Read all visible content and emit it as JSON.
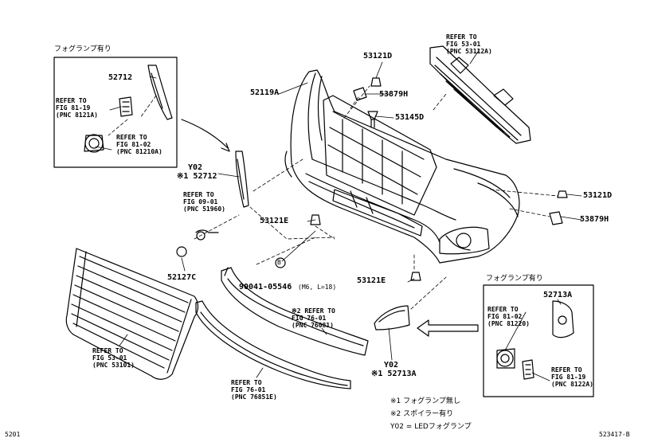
{
  "callouts": {
    "fog_top_title": "フォグランプ有り",
    "fog_right_title": "フォグランプ有り",
    "p52712_top": "52712",
    "ref_81_19_top": "REFER TO\nFIG 81-19\n(PNC 8121A)",
    "ref_81_02_top": "REFER TO\nFIG 81-02\n(PNC 81210A)",
    "p52712_mid_y": "Y02",
    "p52712_mid": "※1 52712",
    "ref_09_01": "REFER TO\nFIG 09-01\n(PNC 51960)",
    "p52127C": "52127C",
    "p52119A": "52119A",
    "p53121D_top": "53121D",
    "p53879H_top": "53879H",
    "p53145D": "53145D",
    "ref_53_01_top": "REFER TO\nFIG 53-01\n(PNC 53112A)",
    "p53121D_right": "53121D",
    "p53879H_right": "53879H",
    "p53121E_mid": "53121E",
    "p53121E_low": "53121E",
    "bolt_symbol": "B",
    "p90041": "90041-05546",
    "p90041_spec": "(M6, L=18)",
    "ref_53_01_left": "REFER TO\nFIG 53-01\n(PNC 53101)",
    "ref_76_01_spoiler": "※2 REFER TO\nFIG 76-01\n(PNC 76081)",
    "ref_76_01_low": "REFER TO\nFIG 76-01\n(PNC 76851E)",
    "p52713A_y": "Y02",
    "p52713A_left": "※1 52713A",
    "p52713A_right": "52713A",
    "ref_81_02_right": "REFER TO\nFIG 81-02\n(PNC 81220)",
    "ref_81_19_right": "REFER TO\nFIG 81-19\n(PNC 8122A)"
  },
  "legend": {
    "note1": "※1 フォグランプ無し",
    "note2": "※2 スポイラー有り",
    "note3": "Y02 = LEDフォグランプ"
  },
  "footer": {
    "left_code": "5201",
    "right_code": "523417-B"
  }
}
